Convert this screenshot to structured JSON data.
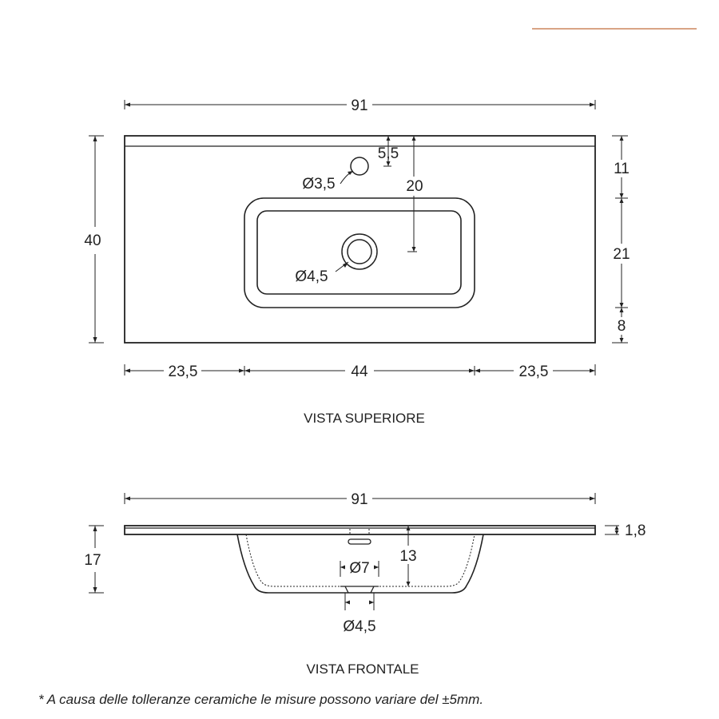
{
  "accent_color": "#d9a485",
  "top_view": {
    "label": "VISTA SUPERIORE",
    "dims": {
      "overall_width": "91",
      "overall_depth": "40",
      "tap_hole_offset": "5,5",
      "tap_hole_diameter": "Ø3,5",
      "drain_depth": "20",
      "drain_diameter": "Ø4,5",
      "right_top": "11",
      "right_mid": "21",
      "right_bottom": "8",
      "bottom_left": "23,5",
      "bottom_mid": "44",
      "bottom_right": "23,5"
    }
  },
  "front_view": {
    "label": "VISTA FRONTALE",
    "dims": {
      "overall_width": "91",
      "height": "17",
      "slab_thickness": "1,8",
      "basin_depth": "13",
      "overflow_diameter": "Ø7",
      "drain_diameter": "Ø4,5"
    }
  },
  "note": "* A causa delle tolleranze ceramiche le misure possono variare del ±5mm."
}
